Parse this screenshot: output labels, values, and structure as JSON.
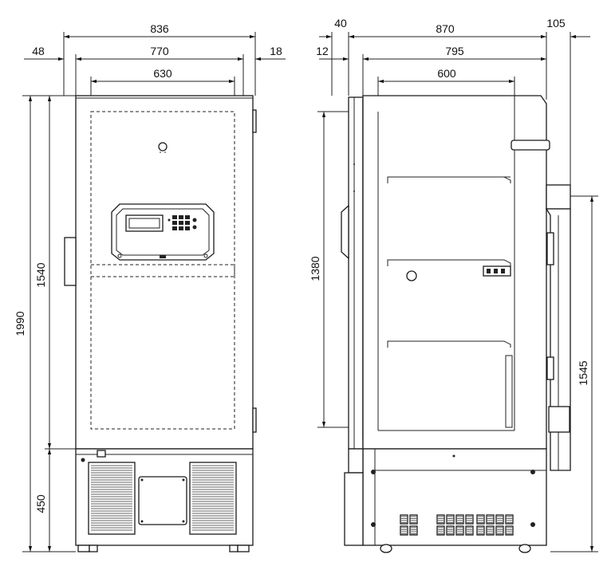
{
  "front_view": {
    "width_overall": "836",
    "width_cabinet": "770",
    "width_inner": "630",
    "offset_left": "48",
    "offset_right": "18",
    "height_total": "1990",
    "height_door": "1540",
    "height_base": "450"
  },
  "side_view": {
    "offset_front": "40",
    "depth_overall": "870",
    "offset_back": "105",
    "offset_door": "12",
    "depth_cabinet": "795",
    "depth_inner": "600",
    "height_inner": "1380",
    "height_port": "1545"
  },
  "colors": {
    "line": "#1a1a1a",
    "background": "#ffffff"
  }
}
